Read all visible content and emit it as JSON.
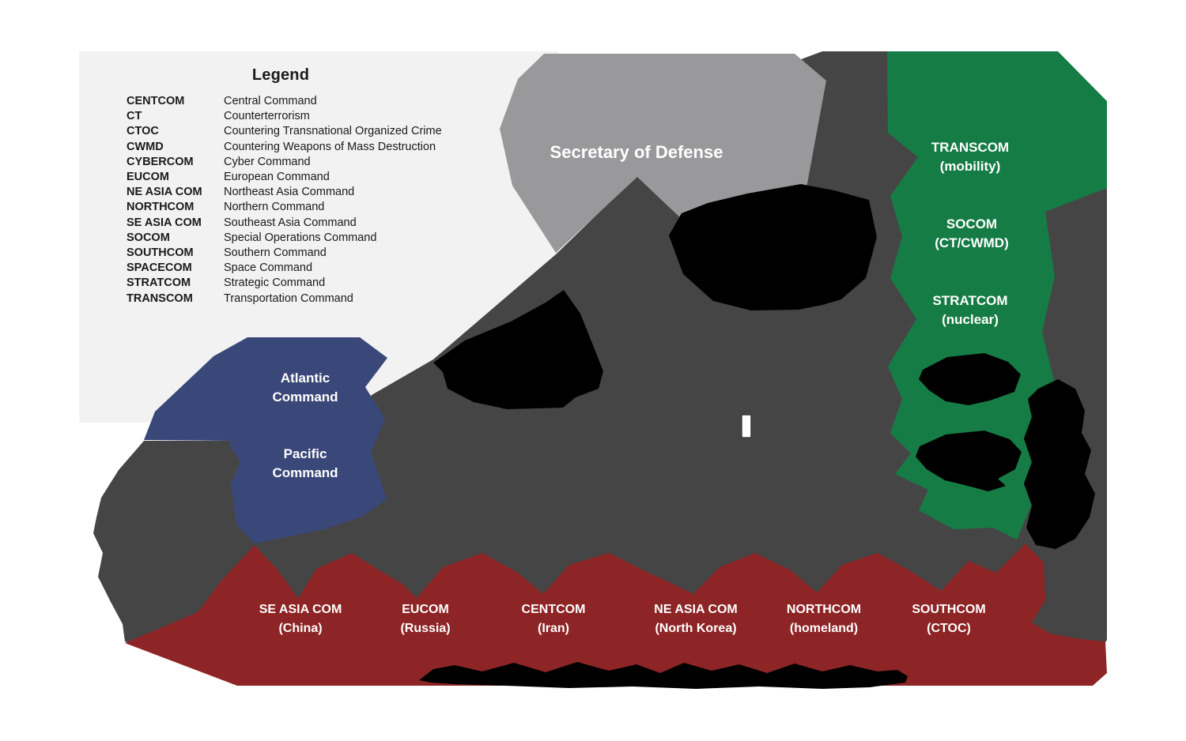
{
  "colors": {
    "background": "#ffffff",
    "panel": "#f2f2f2",
    "secdef_gray": "#99999c",
    "dark_gray": "#454546",
    "green": "#167c45",
    "blue": "#3a4879",
    "red": "#8d2425",
    "black": "#000000",
    "white_mark": "#ffffff",
    "text_dark": "#1a1a1a",
    "text_light": "#ffffff"
  },
  "legend": {
    "title": "Legend",
    "items": [
      {
        "abbr": "CENTCOM",
        "def": "Central Command"
      },
      {
        "abbr": "CT",
        "def": "Counterterrorism"
      },
      {
        "abbr": "CTOC",
        "def": "Countering Transnational Organized Crime"
      },
      {
        "abbr": "CWMD",
        "def": "Countering Weapons of Mass Destruction"
      },
      {
        "abbr": "CYBERCOM",
        "def": "Cyber Command"
      },
      {
        "abbr": "EUCOM",
        "def": "European Command"
      },
      {
        "abbr": "NE ASIA COM",
        "def": "Northeast Asia Command"
      },
      {
        "abbr": "NORTHCOM",
        "def": "Northern Command"
      },
      {
        "abbr": "SE ASIA COM",
        "def": "Southeast Asia Command"
      },
      {
        "abbr": "SOCOM",
        "def": "Special Operations Command"
      },
      {
        "abbr": "SOUTHCOM",
        "def": "Southern Command"
      },
      {
        "abbr": "SPACECOM",
        "def": "Space Command"
      },
      {
        "abbr": "STRATCOM",
        "def": "Strategic Command"
      },
      {
        "abbr": "TRANSCOM",
        "def": "Transportation Command"
      }
    ]
  },
  "nodes": {
    "secdef": {
      "label": "Secretary of Defense"
    },
    "transcom": {
      "line1": "TRANSCOM",
      "line2": "(mobility)"
    },
    "socom": {
      "line1": "SOCOM",
      "line2": "(CT/CWMD)"
    },
    "stratcom": {
      "line1": "STRATCOM",
      "line2": "(nuclear)"
    },
    "atlantic": {
      "line1": "Atlantic",
      "line2": "Command"
    },
    "pacific": {
      "line1": "Pacific",
      "line2": "Command"
    },
    "bottom_row": [
      {
        "line1": "SE ASIA COM",
        "line2": "(China)"
      },
      {
        "line1": "EUCOM",
        "line2": "(Russia)"
      },
      {
        "line1": "CENTCOM",
        "line2": "(Iran)"
      },
      {
        "line1": "NE ASIA COM",
        "line2": "(North Korea)"
      },
      {
        "line1": "NORTHCOM",
        "line2": "(homeland)"
      },
      {
        "line1": "SOUTHCOM",
        "line2": "(CTOC)"
      }
    ]
  }
}
